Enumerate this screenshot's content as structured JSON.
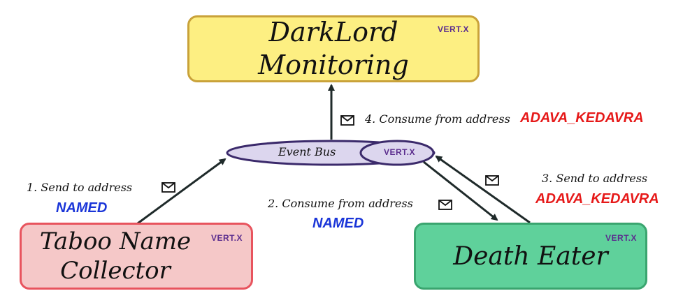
{
  "colors": {
    "monitoring_fill": "#fdef82",
    "monitoring_border": "#c9a23a",
    "collector_fill": "#f5c8c8",
    "collector_border": "#e8545e",
    "eater_fill": "#5fd19b",
    "eater_border": "#3aa56f",
    "bus_fill": "#dcd6ee",
    "bus_border": "#3b2a6b",
    "address_named": "#1a35d8",
    "address_kedavra": "#e61919",
    "vertx_logo": "#5b2d8e"
  },
  "nodes": {
    "monitoring": {
      "title": "DarkLord Monitoring",
      "logo": "VERT.X"
    },
    "collector": {
      "title_line1": "Taboo Name",
      "title_line2": "Collector",
      "logo": "VERT.X"
    },
    "eater": {
      "title": "Death Eater",
      "logo": "VERT.X"
    },
    "bus": {
      "label": "Event Bus",
      "logo": "VERT.X"
    }
  },
  "edges": [
    {
      "step_label": "1. Send to address",
      "address": "NAMED",
      "icon": "envelope-icon"
    },
    {
      "step_label": "2. Consume from address",
      "address": "NAMED",
      "icon": "envelope-icon"
    },
    {
      "step_label": "3. Send to address",
      "address": "ADAVA_KEDAVRA",
      "icon": "envelope-icon"
    },
    {
      "step_label": "4. Consume from address",
      "address": "ADAVA_KEDAVRA",
      "icon": "envelope-icon"
    }
  ]
}
